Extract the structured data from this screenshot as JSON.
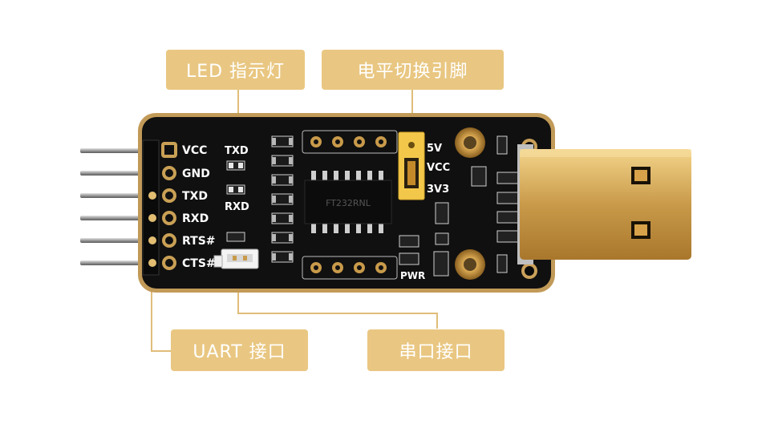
{
  "callouts": {
    "led": "LED 指示灯",
    "level_switch": "电平切换引脚",
    "uart": "UART 接口",
    "serial": "串口接口"
  },
  "pins": [
    "VCC",
    "GND",
    "TXD",
    "RXD",
    "RTS#",
    "CTS#"
  ],
  "board_labels": {
    "txd": "TXD",
    "rxd": "RXD",
    "v5": "5V",
    "vcc": "VCC",
    "v3": "3V3",
    "pwr": "PWR",
    "chip": "FT232RNL"
  },
  "colors": {
    "callout": "#e9c782",
    "pcb": "#111111",
    "gold": "#c9a055",
    "jumper": "#f2c84a"
  }
}
